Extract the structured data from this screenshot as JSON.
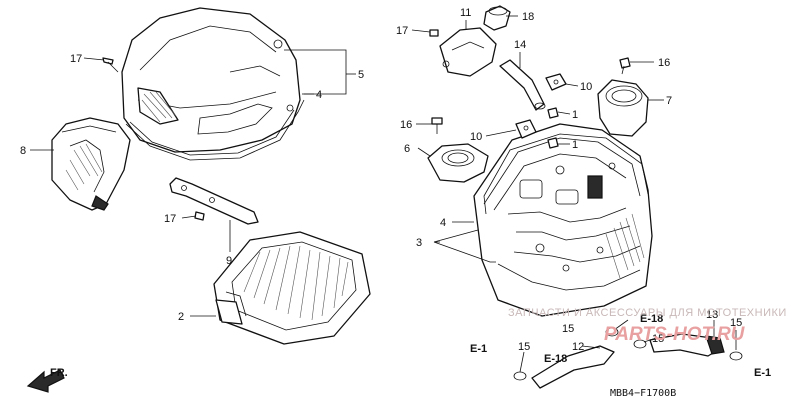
{
  "callouts": {
    "c17a": "17",
    "c5": "5",
    "c4a": "4",
    "c8": "8",
    "c17b": "17",
    "c9": "9",
    "c2": "2",
    "c17c": "17",
    "c11": "11",
    "c18": "18",
    "c14": "14",
    "c10a": "10",
    "c16a": "16",
    "c7": "7",
    "c1a": "1",
    "c16b": "16",
    "c10b": "10",
    "c1b": "1",
    "c6": "6",
    "c4b": "4",
    "c3": "3",
    "c15a": "15",
    "c12": "12",
    "c15b": "15",
    "c15c": "15",
    "c13": "13",
    "c15d": "15"
  },
  "refs": {
    "e18a": "E-18",
    "e18b": "E-18",
    "e1a": "E-1",
    "e1b": "E-1"
  },
  "direction": {
    "fr": "FR."
  },
  "diagram_code": "MBB4−F1700B",
  "watermark": {
    "line": "ЗАПЧАСТИ И АКСЕССУАРЫ ДЛЯ МОТОТЕХНИКИ",
    "brand": "PARTS-HOT.RU"
  },
  "colors": {
    "line": "#111111",
    "watermark": "#c9b8b8",
    "brand": "#e8a0a0"
  }
}
